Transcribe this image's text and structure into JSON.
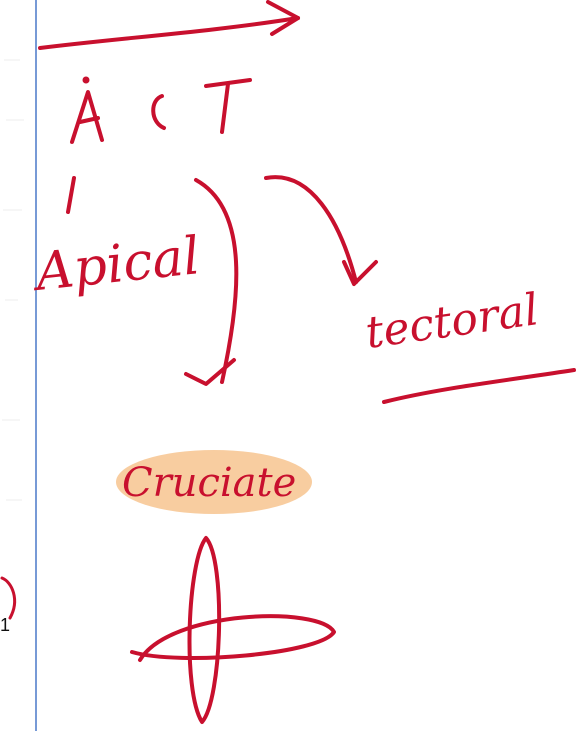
{
  "colors": {
    "ink": "#c8102e",
    "margin_line": "#4a78c8",
    "highlight": "#f7c48f",
    "edge_text": "#111111"
  },
  "notes": {
    "word_abbrev": "A C T",
    "word_apical": "Apical",
    "word_tectoral": "tectoral",
    "word_cruciate": "Cruciate"
  },
  "edge_fragment": "1"
}
